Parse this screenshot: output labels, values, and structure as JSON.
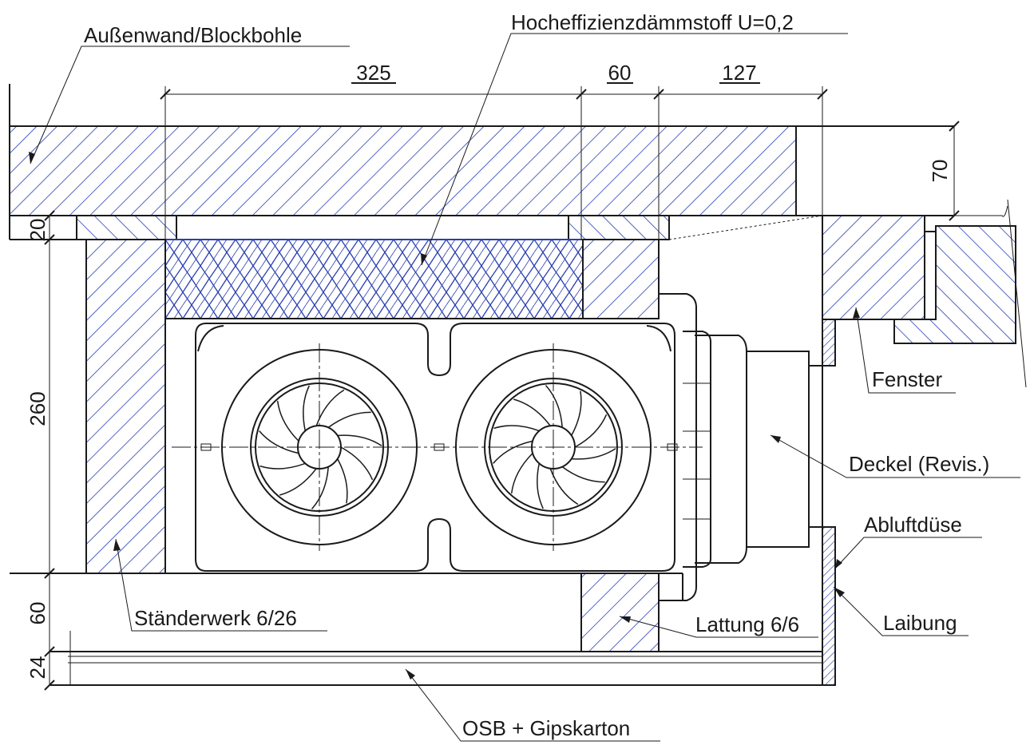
{
  "labels": {
    "wall": "Außenwand/Blockbohle",
    "insulation": "Hocheffizienzdämmstoff U=0,2",
    "window": "Fenster",
    "cover": "Deckel (Revis.)",
    "exhaust_nozzle": "Abluftdüse",
    "frame": "Ständerwerk 6/26",
    "battens": "Lattung 6/6",
    "reveal": "Laibung",
    "board": "OSB + Gipskarton"
  },
  "dimensions": {
    "d325": "325",
    "d60_top": "60",
    "d127": "127",
    "d70": "70",
    "d20": "20",
    "d260": "260",
    "d60_left": "60",
    "d24": "24"
  },
  "colors": {
    "hatch": "#2a3fb0",
    "line": "#1a1a1a",
    "background": "#ffffff"
  }
}
